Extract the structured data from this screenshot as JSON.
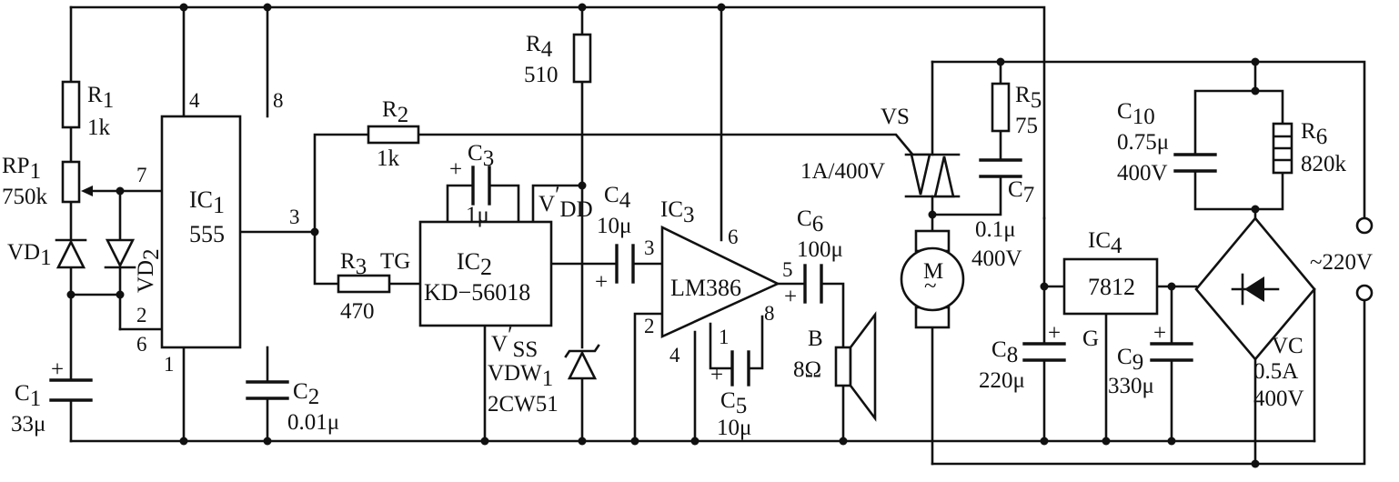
{
  "labels": {
    "r1": "R",
    "r1_sub": "1",
    "r1_val": "1k",
    "rp1": "RP",
    "rp1_sub": "1",
    "rp1_val": "750k",
    "vd1": "VD",
    "vd1_sub": "1",
    "vd2": "VD",
    "vd2_sub": "2",
    "c1": "C",
    "c1_sub": "1",
    "c1_val": "33μ",
    "ic1": "IC",
    "ic1_sub": "1",
    "ic1_type": "555",
    "c2": "C",
    "c2_sub": "2",
    "c2_val": "0.01μ",
    "r2": "R",
    "r2_sub": "2",
    "r2_val": "1k",
    "r3": "R",
    "r3_sub": "3",
    "r3_val": "470",
    "tg": "TG",
    "c3": "C",
    "c3_sub": "3",
    "c3_val": "1μ",
    "ic2": "IC",
    "ic2_sub": "2",
    "ic2_type": "KD−56018",
    "vdd": "V",
    "vdd_sub": "DD",
    "vdd_prime": "′",
    "vss": "V",
    "vss_sub": "SS",
    "vss_prime": "′",
    "r4": "R",
    "r4_sub": "4",
    "r4_val": "510",
    "vdw1": "VDW",
    "vdw1_sub": "1",
    "vdw1_type": "2CW51",
    "c4": "C",
    "c4_sub": "4",
    "c4_val": "10μ",
    "ic3": "IC",
    "ic3_sub": "3",
    "ic3_type": "LM386",
    "c5": "C",
    "c5_sub": "5",
    "c5_val": "10μ",
    "c6": "C",
    "c6_sub": "6",
    "c6_val": "100μ",
    "b": "B",
    "b_val": "8Ω",
    "vs": "VS",
    "vs_val": "1A/400V",
    "r5": "R",
    "r5_sub": "5",
    "r5_val": "75",
    "c7": "C",
    "c7_sub": "7",
    "c7_val1": "0.1μ",
    "c7_val2": "400V",
    "motor": "M",
    "motor_tilde": "~",
    "ic4": "IC",
    "ic4_sub": "4",
    "ic4_type": "7812",
    "ic4_g": "G",
    "c8": "C",
    "c8_sub": "8",
    "c8_val": "220μ",
    "c9": "C",
    "c9_sub": "9",
    "c9_val": "330μ",
    "c10": "C",
    "c10_sub": "10",
    "c10_val1": "0.75μ",
    "c10_val2": "400V",
    "r6": "R",
    "r6_sub": "6",
    "r6_val": "820k",
    "vc": "VC",
    "vc_val1": "0.5A",
    "vc_val2": "400V",
    "mains": "~220V",
    "plus": "+"
  },
  "pins": {
    "ic1_4": "4",
    "ic1_8": "8",
    "ic1_7": "7",
    "ic1_3": "3",
    "ic1_2": "2",
    "ic1_6": "6",
    "ic1_1": "1",
    "ic3_3": "3",
    "ic3_6": "6",
    "ic3_5": "5",
    "ic3_2": "2",
    "ic3_4": "4",
    "ic3_8": "8",
    "ic3_1": "1"
  }
}
